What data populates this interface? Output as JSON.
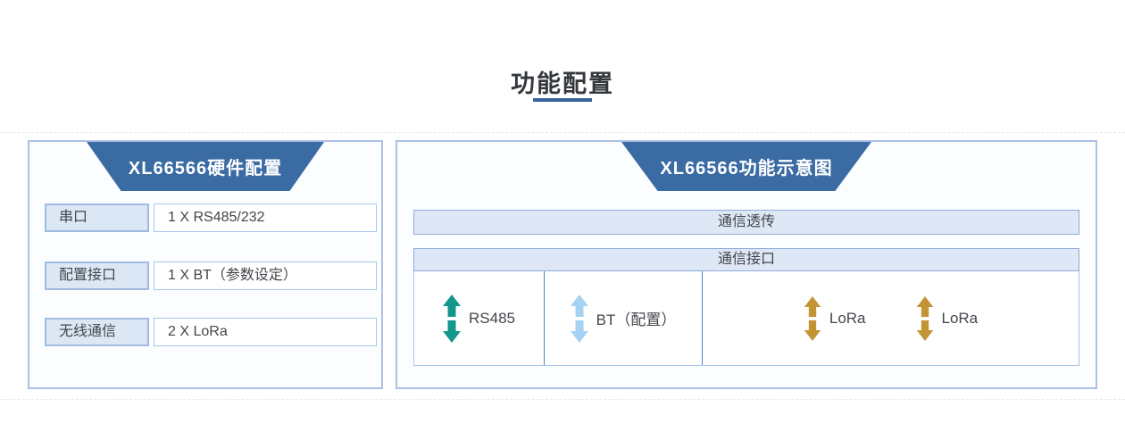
{
  "title": {
    "text": "功能配置"
  },
  "hardware_panel": {
    "header": "XL66566硬件配置",
    "rows": [
      {
        "label": "串口",
        "value": "1 X RS485/232"
      },
      {
        "label": "配置接口",
        "value": "1 X BT（参数设定）"
      },
      {
        "label": "无线通信",
        "value": "2 X LoRa"
      }
    ]
  },
  "function_panel": {
    "header": "XL66566功能示意图",
    "top_bar": "通信透传",
    "section_bar": "通信接口",
    "cells": [
      {
        "items": [
          {
            "icon": "double-arrow-vertical-icon",
            "color": "#12968e",
            "label": "RS485"
          }
        ]
      },
      {
        "items": [
          {
            "icon": "double-arrow-vertical-icon",
            "color": "#a5d2f3",
            "label": "BT（配置）"
          }
        ]
      },
      {
        "items": [
          {
            "icon": "double-arrow-vertical-icon",
            "color": "#c49434",
            "label": "LoRa"
          },
          {
            "icon": "double-arrow-vertical-icon",
            "color": "#c49434",
            "label": "LoRa"
          }
        ]
      }
    ]
  },
  "colors": {
    "header_blue": "#3a6ba3",
    "accent_underline": "#36649c",
    "panel_border": "#aec0e5",
    "bar_fill": "#dde7f6",
    "bar_border": "#8fadd9",
    "cell_divider": "#4f7fc1",
    "teal_arrow": "#12968e",
    "lightblue_arrow": "#a5d2f3",
    "gold_arrow": "#c49434"
  }
}
